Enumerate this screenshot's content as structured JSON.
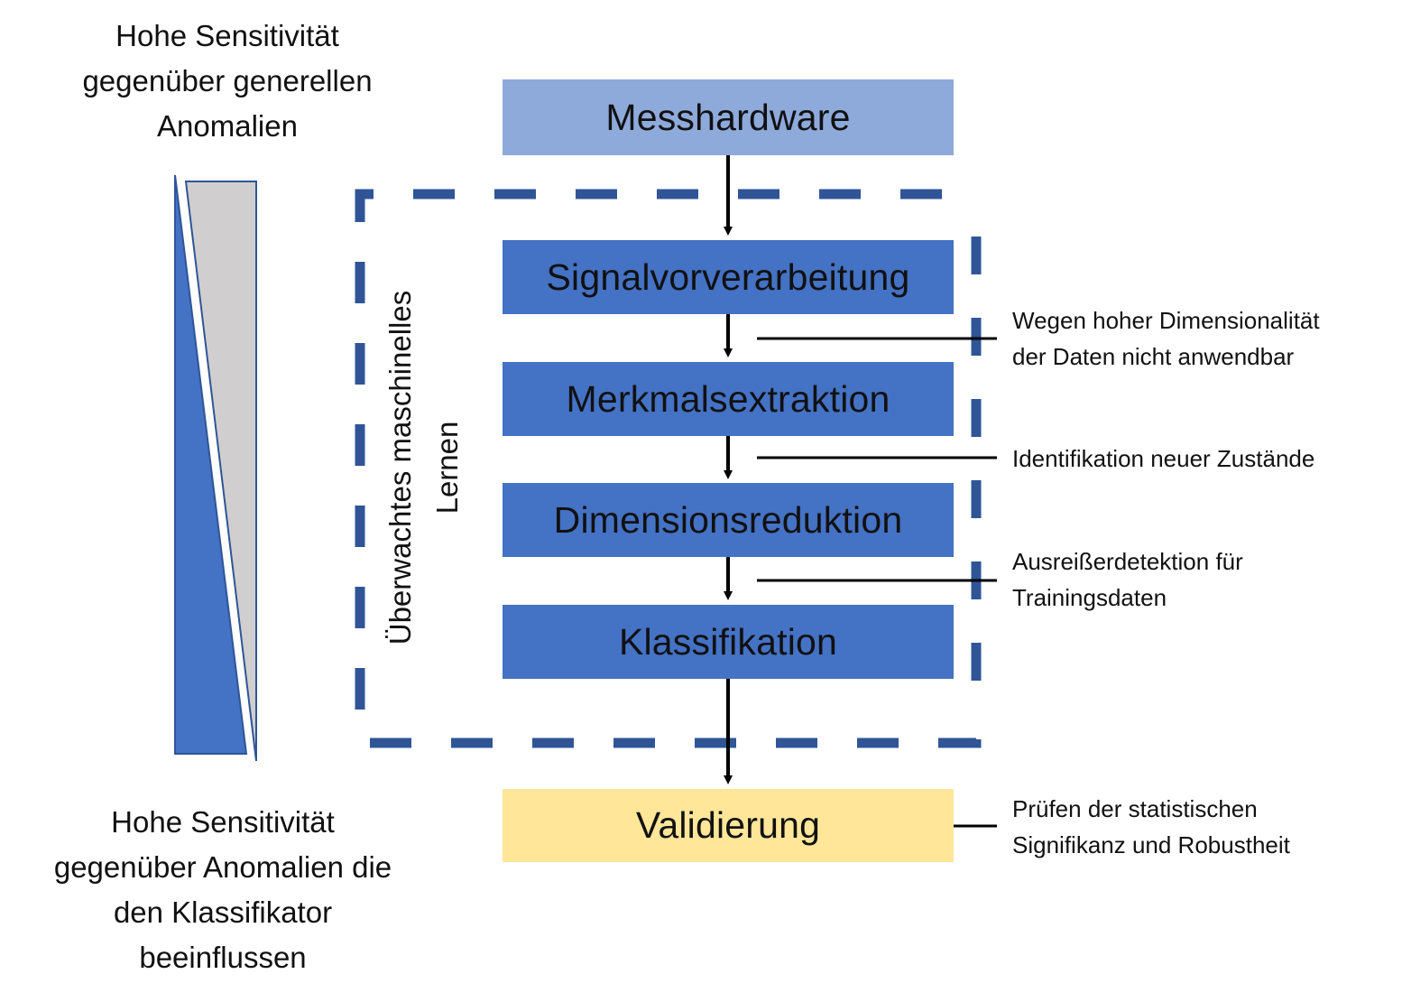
{
  "diagram": {
    "top_label": "Hohe Sensitivität\ngegenüber generellen\nAnomalien",
    "bottom_label": "Hohe Sensitivität\ngegenüber Anomalien die\nden Klassifikator\nbeeinflussen",
    "group_label": "Überwachtes maschinelles\nLernen",
    "steps": [
      {
        "label": "Messhardware",
        "style": "lightblue"
      },
      {
        "label": "Signalvorverarbeitung",
        "style": "blue"
      },
      {
        "label": "Merkmalsextraktion",
        "style": "blue"
      },
      {
        "label": "Dimensionsreduktion",
        "style": "blue"
      },
      {
        "label": "Klassifikation",
        "style": "blue"
      },
      {
        "label": "Validierung",
        "style": "yellow"
      }
    ],
    "notes": [
      {
        "text": "Wegen hoher Dimensionalität\nder Daten nicht anwendbar"
      },
      {
        "text": "Identifikation neuer Zustände"
      },
      {
        "text": "Ausreißerdetektion für\nTrainingsdaten"
      },
      {
        "text": "Prüfen der statistischen\nSignifikanz und Robustheit"
      }
    ],
    "colors": {
      "primary_blue": "#4472c4",
      "light_blue": "#8eaadb",
      "yellow": "#ffe699",
      "dash_border": "#2f5597",
      "wedge_gray": "#d0cece"
    }
  }
}
